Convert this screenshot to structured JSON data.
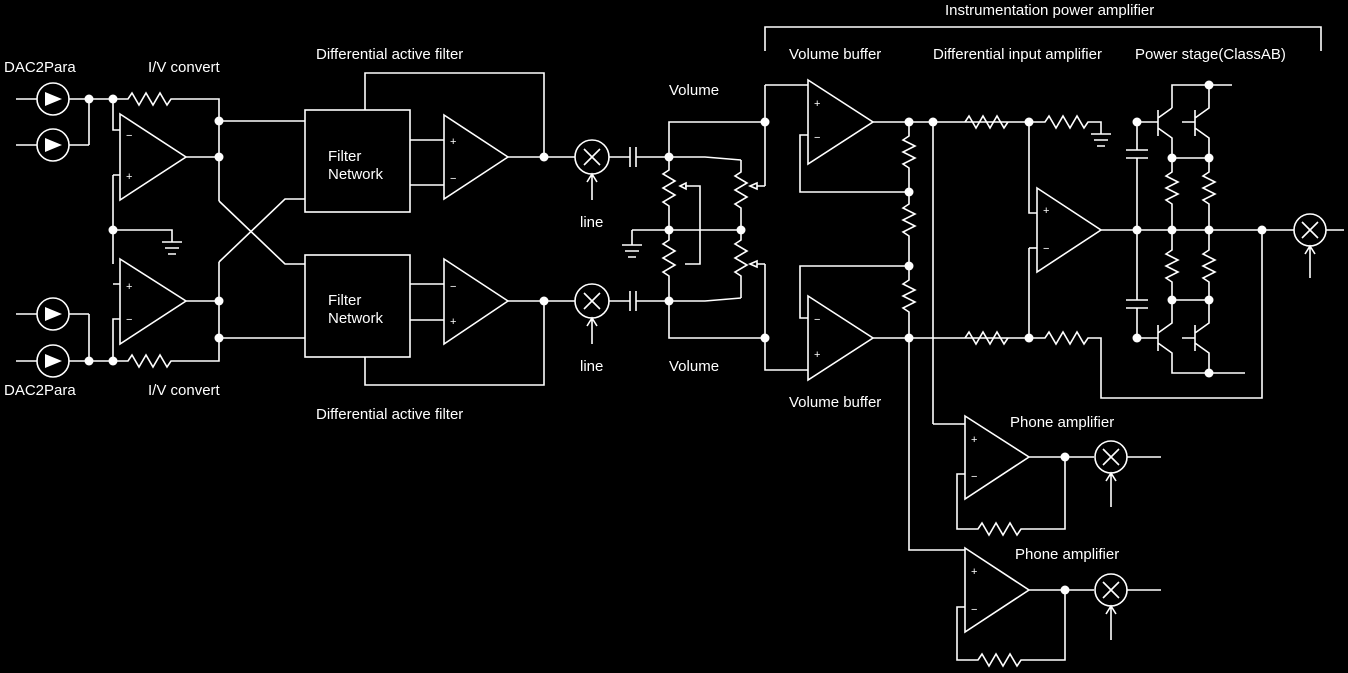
{
  "labels": {
    "dac_top": "DAC2Para",
    "dac_bottom": "DAC2Para",
    "iv_top": "I/V convert",
    "iv_bottom": "I/V convert",
    "diff_filter_top": "Differential active filter",
    "diff_filter_bottom": "Differential active filter",
    "filter_network_top": [
      "Filter",
      "Network"
    ],
    "filter_network_bottom": [
      "Filter",
      "Network"
    ],
    "volume_top": "Volume",
    "volume_bottom": "Volume",
    "line_top": "line",
    "line_bottom": "line",
    "instrumentation_amp": "Instrumentation power amplifier",
    "volume_buffer_top": "Volume buffer",
    "volume_buffer_bottom": "Volume buffer",
    "diff_input_amp": "Differential input amplifier",
    "power_stage": "Power stage(ClassAB)",
    "phone_amp_1": "Phone amplifier",
    "phone_amp_2": "Phone amplifier"
  },
  "colors": {
    "background": "#000000",
    "line": "#ffffff"
  }
}
